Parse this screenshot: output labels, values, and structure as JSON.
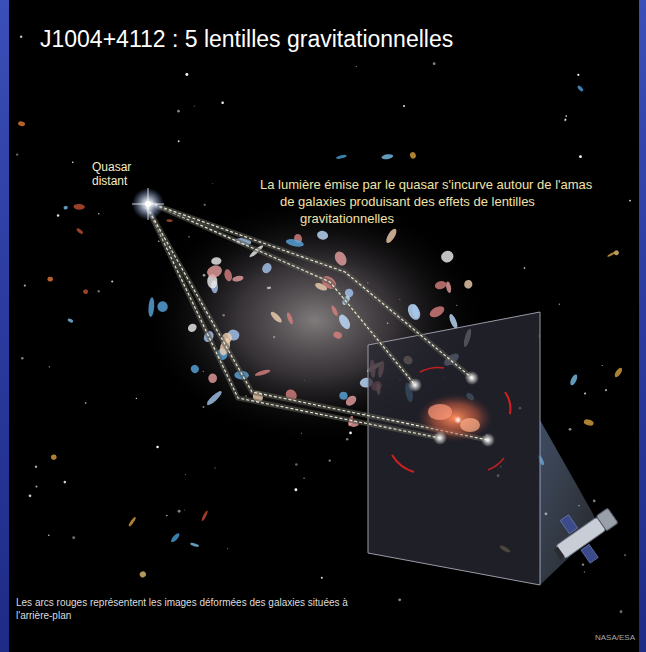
{
  "diagram": {
    "title": "J1004+4112 : 5 lentilles gravitationnelles",
    "labels": [
      "Quasar distant",
      "La lumière émise par le quasar s'incurve autour de l'amas de galaxies produisant des effets de lentilles gravitationnelles",
      "Les arcs rouges représentent les images déformées des galaxies situées à l'arrière-plan",
      "NASA/ESA"
    ]
  }
}
